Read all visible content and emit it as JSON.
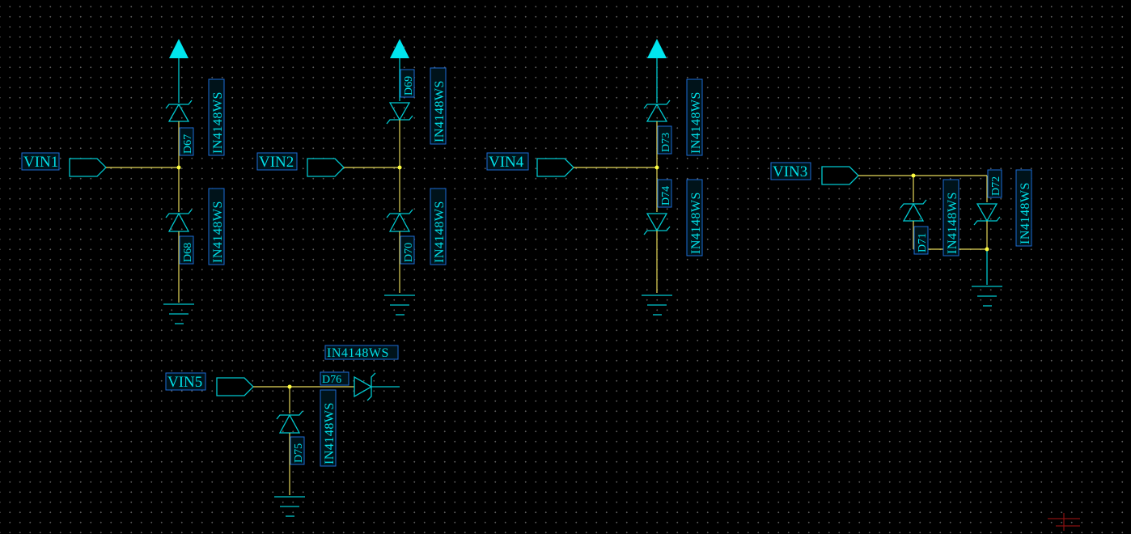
{
  "schematic": {
    "nets": [
      "VIN1",
      "VIN2",
      "VIN4",
      "VIN3",
      "VIN5"
    ],
    "diode_part": "IN4148WS",
    "designators": [
      "D67",
      "D68",
      "D69",
      "D70",
      "D73",
      "D74",
      "D71",
      "D72",
      "D75",
      "D76"
    ]
  },
  "colors": {
    "background": "#000000",
    "wire": "#e6d95a",
    "component": "#00c8cf",
    "label_box": "#1d6bd6",
    "power_arrow": "#00e5ee"
  }
}
